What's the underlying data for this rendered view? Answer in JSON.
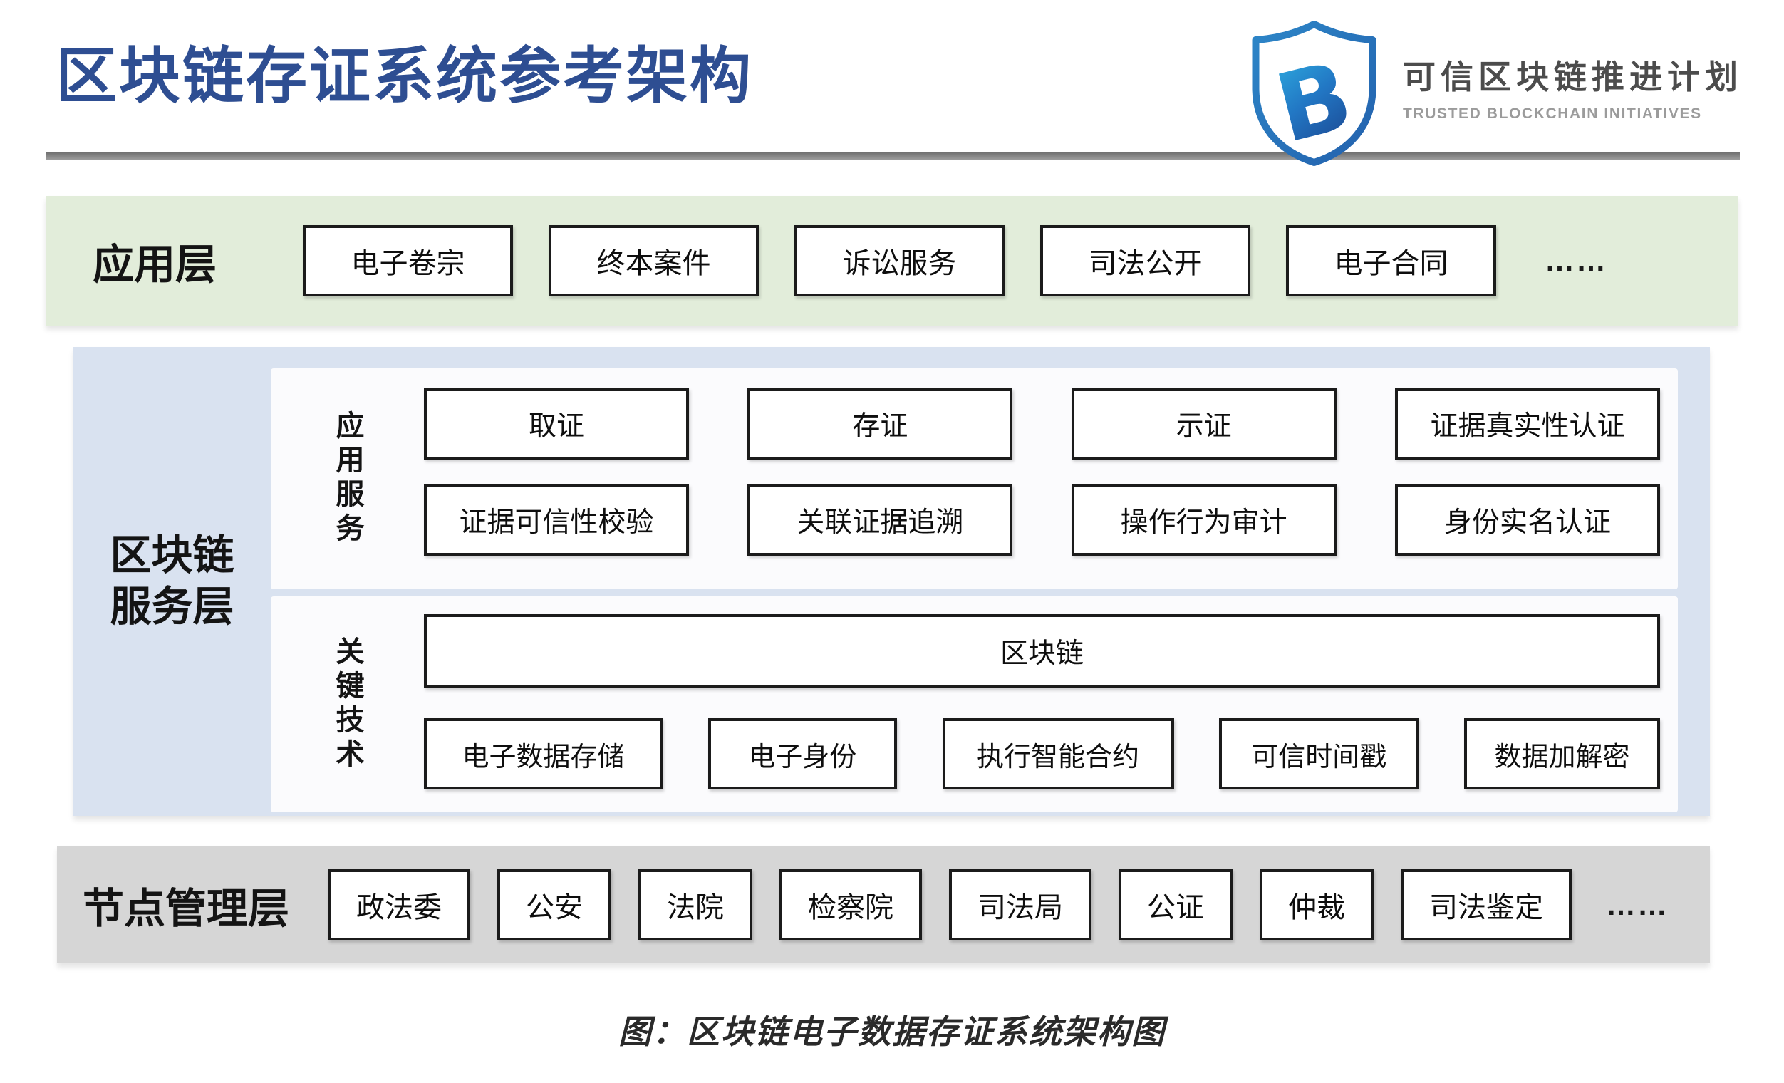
{
  "header": {
    "title": "区块链存证系统参考架构",
    "logo": {
      "icon": "trusted-blockchain-shield-icon",
      "name_cn": "可信区块链推进计划",
      "name_en": "TRUSTED BLOCKCHAIN INITIATIVES"
    }
  },
  "layers": {
    "application": {
      "label": "应用层",
      "items": [
        "电子卷宗",
        "终本案件",
        "诉讼服务",
        "司法公开",
        "电子合同"
      ],
      "more": "……"
    },
    "blockchain_service": {
      "label_line1": "区块链",
      "label_line2": "服务层",
      "application_services": {
        "label": "应用服务",
        "row1": [
          "取证",
          "存证",
          "示证",
          "证据真实性认证"
        ],
        "row2": [
          "证据可信性校验",
          "关联证据追溯",
          "操作行为审计",
          "身份实名认证"
        ]
      },
      "key_technologies": {
        "label": "关键技术",
        "blockchain_bar": "区块链",
        "items": [
          "电子数据存储",
          "电子身份",
          "执行智能合约",
          "可信时间戳",
          "数据加解密"
        ]
      }
    },
    "node_management": {
      "label": "节点管理层",
      "items": [
        "政法委",
        "公安",
        "法院",
        "检察院",
        "司法局",
        "公证",
        "仲裁",
        "司法鉴定"
      ],
      "more": "……"
    }
  },
  "caption": "图：区块链电子数据存证系统架构图",
  "colors": {
    "title_blue": "#2e4e92",
    "band_green": "#e2edda",
    "band_blue": "#d9e2f0",
    "band_gray": "#d6d6d6",
    "box_border": "#1b1b1b",
    "rule_gray": "#7b7b7b",
    "logo_blue": "#2a7fc0",
    "logo_text_dark": "#4c4c4c",
    "logo_text_light": "#9b9b9b"
  }
}
